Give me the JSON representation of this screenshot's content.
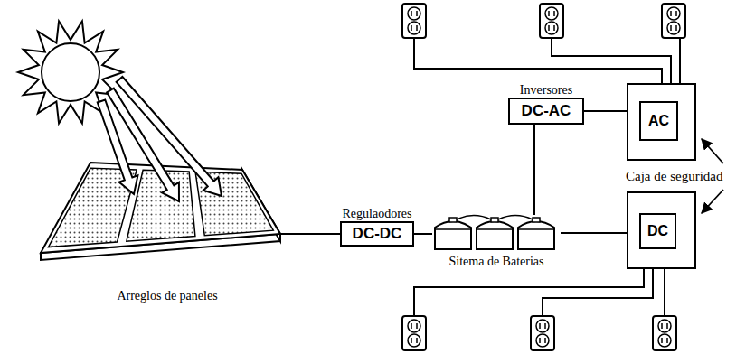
{
  "diagram": {
    "nodes": [
      {
        "text": [
          "Arreglos de paneles"
        ]
      },
      {
        "text": [
          "Regulaodores",
          "DC-DC"
        ]
      },
      {
        "text": [
          "Sitema de Baterias"
        ]
      },
      {
        "text": [
          "Inversores",
          "DC-AC"
        ]
      },
      {
        "text": [
          "AC"
        ]
      },
      {
        "text": [
          "DC"
        ]
      }
    ],
    "edges": [
      {
        "from": 0,
        "to": 1,
        "arrow": "none"
      },
      {
        "from": 1,
        "to": 2,
        "arrow": "none"
      },
      {
        "from": 2,
        "to": 3,
        "arrow": "none"
      },
      {
        "from": 3,
        "to": 4,
        "arrow": "none"
      },
      {
        "from": 2,
        "to": 5,
        "arrow": "none"
      }
    ],
    "labels": [
      "Caja de seguridad"
    ]
  }
}
